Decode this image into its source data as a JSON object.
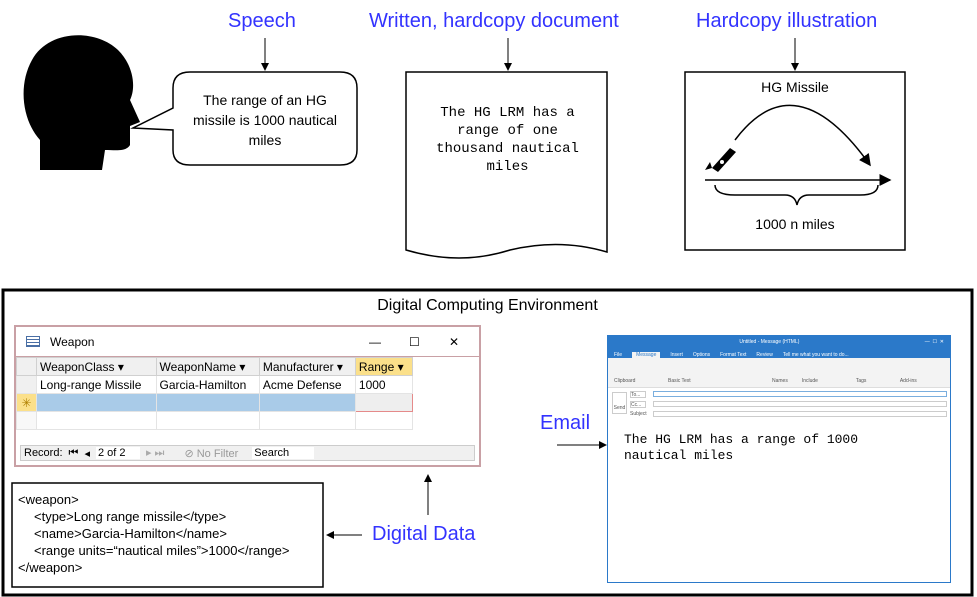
{
  "labels": {
    "speech": "Speech",
    "document": "Written, hardcopy document",
    "illustration": "Hardcopy illustration",
    "environment": "Digital Computing Environment",
    "email": "Email",
    "digital_data": "Digital Data"
  },
  "speech_text": "The range of an HG missile is 1000 nautical miles",
  "document_text": "The HG LRM has a range of one thousand nautical miles",
  "illustration": {
    "title": "HG Missile",
    "distance": "1000 n miles"
  },
  "access": {
    "title": "Weapon",
    "columns": [
      "WeaponClass",
      "WeaponName",
      "Manufacturer",
      "Range"
    ],
    "row": [
      "Long-range Missile",
      "Garcia-Hamilton",
      "Acme Defense",
      "1000"
    ],
    "record_label": "Record:",
    "record_value": "2 of 2",
    "filter": "No Filter",
    "search": "Search"
  },
  "xml": [
    "<weapon>",
    "<type>Long range missile</type>",
    "<name>Garcia-Hamilton</name>",
    "<range units=“nautical  miles”>1000</range>",
    "</weapon>"
  ],
  "outlook": {
    "title": "Untitled - Message (HTML)",
    "tabs": [
      "File",
      "Message",
      "Insert",
      "Options",
      "Format Text",
      "Review",
      "Tell me what you want to do..."
    ],
    "groups": [
      "Clipboard",
      "Basic Text",
      "Names",
      "Include",
      "Tags",
      "Add-ins"
    ],
    "send": "Send",
    "to": "To...",
    "cc": "Cc...",
    "subject": "Subject",
    "body": "The HG LRM has a range of 1000 nautical miles"
  }
}
